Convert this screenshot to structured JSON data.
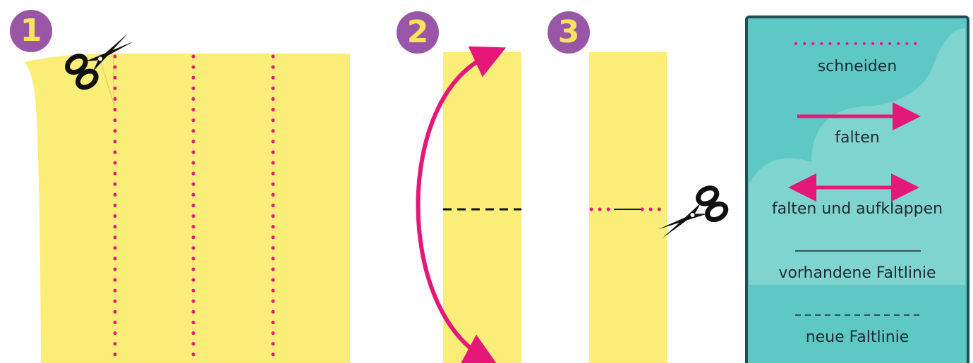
{
  "steps": [
    {
      "number": "1"
    },
    {
      "number": "2"
    },
    {
      "number": "3"
    }
  ],
  "legend": {
    "items": [
      {
        "symbol": "dotted-line",
        "label": "schneiden"
      },
      {
        "symbol": "arrow",
        "label": "falten"
      },
      {
        "symbol": "double-arrow",
        "label": "falten und aufklappen"
      },
      {
        "symbol": "solid-line",
        "label": "vorhandene Faltlinie"
      },
      {
        "symbol": "dashed-line",
        "label": "neue Faltlinie"
      }
    ]
  },
  "colors": {
    "paper": "#fbee78",
    "magenta": "#e5187a",
    "badge": "#9a56a6",
    "badge_text": "#f7e45a",
    "legend_bg": "#5ec8c5",
    "legend_border": "#1f4f55"
  }
}
